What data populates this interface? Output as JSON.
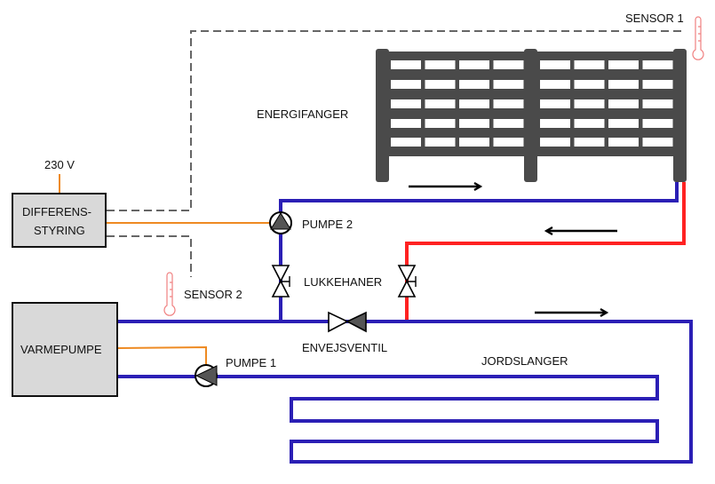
{
  "title": "Energifanger og varmepumpe – systemskjema",
  "components": {
    "power": {
      "label": "230 V"
    },
    "controller": {
      "line1": "DIFFERENS-",
      "line2": "STYRING"
    },
    "heat_pump": {
      "label": "VARMEPUMPE"
    },
    "collector": {
      "label": "ENERGIFANGER"
    },
    "pump1": {
      "label": "PUMPE 1"
    },
    "pump2": {
      "label": "PUMPE 2"
    },
    "shutoff_valves": {
      "label": "LUKKEHANER"
    },
    "check_valve": {
      "label": "ENVEJSVENTIL"
    },
    "ground_loop": {
      "label": "JORDSLANGER"
    },
    "sensor1": {
      "label": "SENSOR 1"
    },
    "sensor2": {
      "label": "SENSOR 2"
    }
  },
  "colors": {
    "cold_pipe": "#2b1fb5",
    "hot_pipe": "#ff2222",
    "power_wire": "#ee8a22",
    "signal_wire": "#666666",
    "component_fill": "#d9d9d9",
    "collector": "#4a4a4a",
    "thermometer": "#f08080"
  },
  "flow_arrows": [
    {
      "id": "collector-supply",
      "direction": "right"
    },
    {
      "id": "collector-return",
      "direction": "left"
    },
    {
      "id": "ground-supply",
      "direction": "right"
    }
  ]
}
